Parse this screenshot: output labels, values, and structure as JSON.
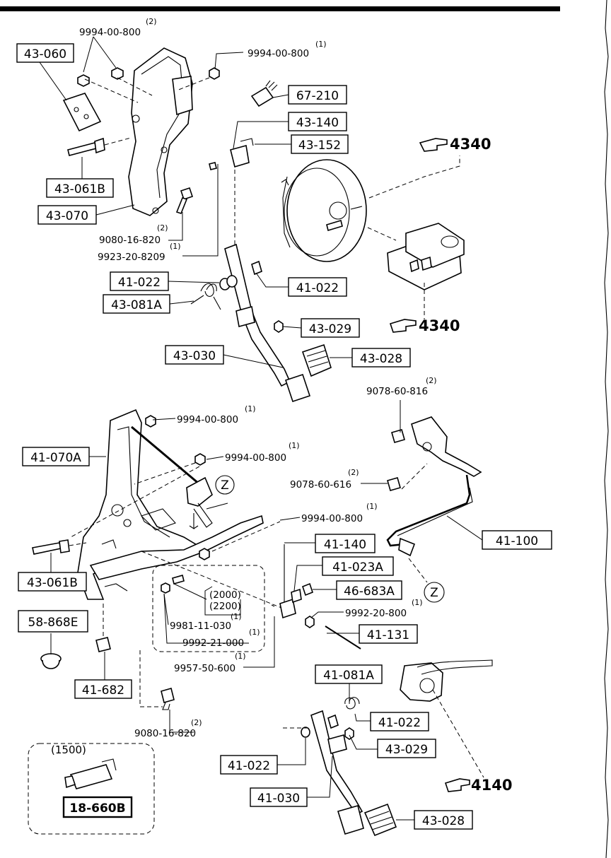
{
  "labels": {
    "l43_060": "43-060",
    "l67_210": "67-210",
    "l43_140": "43-140",
    "l43_152": "43-152",
    "l43_061b_top": "43-061B",
    "l43_070": "43-070",
    "l41_022_a": "41-022",
    "l41_022_b": "41-022",
    "l43_081a": "43-081A",
    "l43_029_top": "43-029",
    "l43_030": "43-030",
    "l43_028_top": "43-028",
    "l41_070a": "41-070A",
    "l43_061b_bot": "43-061B",
    "l58_868e": "58-868E",
    "l41_682": "41-682",
    "l41_140": "41-140",
    "l41_023a": "41-023A",
    "l46_683a": "46-683A",
    "l41_131": "41-131",
    "l41_100": "41-100",
    "l41_081a": "41-081A",
    "l41_022_c": "41-022",
    "l43_029_bot": "43-029",
    "l41_022_d": "41-022",
    "l41_030": "41-030",
    "l43_028_bot": "43-028",
    "l18_660b": "18-660B"
  },
  "numbers": {
    "n9994_a": "9994-00-800",
    "n9994_b": "9994-00-800",
    "n9080_a": "9080-16-820",
    "n9923": "9923-20-8209",
    "n9078_a": "9078-60-816",
    "n9078_b": "9078-60-616",
    "n9994_c": "9994-00-800",
    "n9994_d": "9994-00-800",
    "n9994_e": "9994-00-800",
    "n9992_20": "9992-20-800",
    "n9981": "9981-11-030",
    "n9992_21": "9992-21-000",
    "n9957": "9957-50-600",
    "n9080_b": "9080-16-820"
  },
  "quantities": {
    "q_a": "(2)",
    "q_b": "(1)",
    "q_c": "(2)",
    "q_d": "(1)",
    "q_e": "(2)",
    "q_f": "(2)",
    "q_g": "(1)",
    "q_h": "(1)",
    "q_i": "(1)",
    "q_j": "(1)",
    "q_k": "(1)",
    "q_l": "(1)",
    "q_m": "(1)",
    "q_n": "(2)"
  },
  "notes": {
    "year_2000": "(2000)",
    "year_2200": "(2200)",
    "variant_1500": "(1500)"
  },
  "refs": {
    "ref_4340_a": "4340",
    "ref_4340_b": "4340",
    "ref_4140": "4140"
  },
  "markers": {
    "z_top": "Z",
    "z_bot": "Z"
  },
  "icons": [
    "hand-pointer-icon"
  ]
}
